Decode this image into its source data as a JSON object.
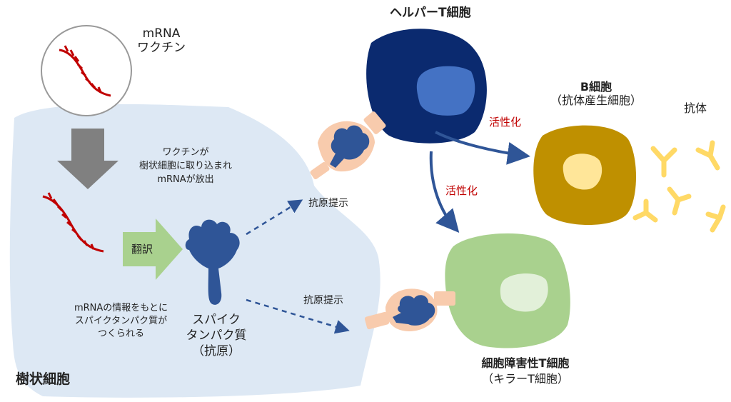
{
  "vaccine": {
    "line1": "mRNA",
    "line2": "ワクチン"
  },
  "uptake_note": {
    "line1": "ワクチンが",
    "line2": "樹状細胞に取り込まれ",
    "line3": "mRNAが放出"
  },
  "translation_label": "翻訳",
  "spike_note": {
    "line1": "mRNAの情報をもとに",
    "line2": "スパイクタンパク質が",
    "line3": "つくられる"
  },
  "spike_protein": {
    "line1": "スパイク",
    "line2": "タンパク質",
    "line3": "（抗原）"
  },
  "dendritic_cell_label": "樹状細胞",
  "antigen_presentation_upper": "抗原提示",
  "antigen_presentation_lower": "抗原提示",
  "helper_t_label": "ヘルパーT細胞",
  "activation_b": "活性化",
  "activation_killer": "活性化",
  "b_cell": {
    "line1": "B細胞",
    "line2": "（抗体産生細胞）"
  },
  "antibody_label": "抗体",
  "killer_t": {
    "line1": "細胞障害性T細胞",
    "line2": "（キラーT細胞）"
  },
  "colors": {
    "dendritic_bg": "#dde8f4",
    "helper_t": "#0b2a6f",
    "helper_nucleus": "#4472c4",
    "b_cell": "#bf9000",
    "b_nucleus": "#ffe699",
    "killer_t": "#a9d18e",
    "killer_nucleus": "#e2f0d9",
    "antigen_blue": "#2f5597",
    "receptor_peach": "#f8cbad",
    "mrna_red": "#c00000",
    "antibody_yellow": "#ffd966",
    "accent_red": "#c00000"
  }
}
